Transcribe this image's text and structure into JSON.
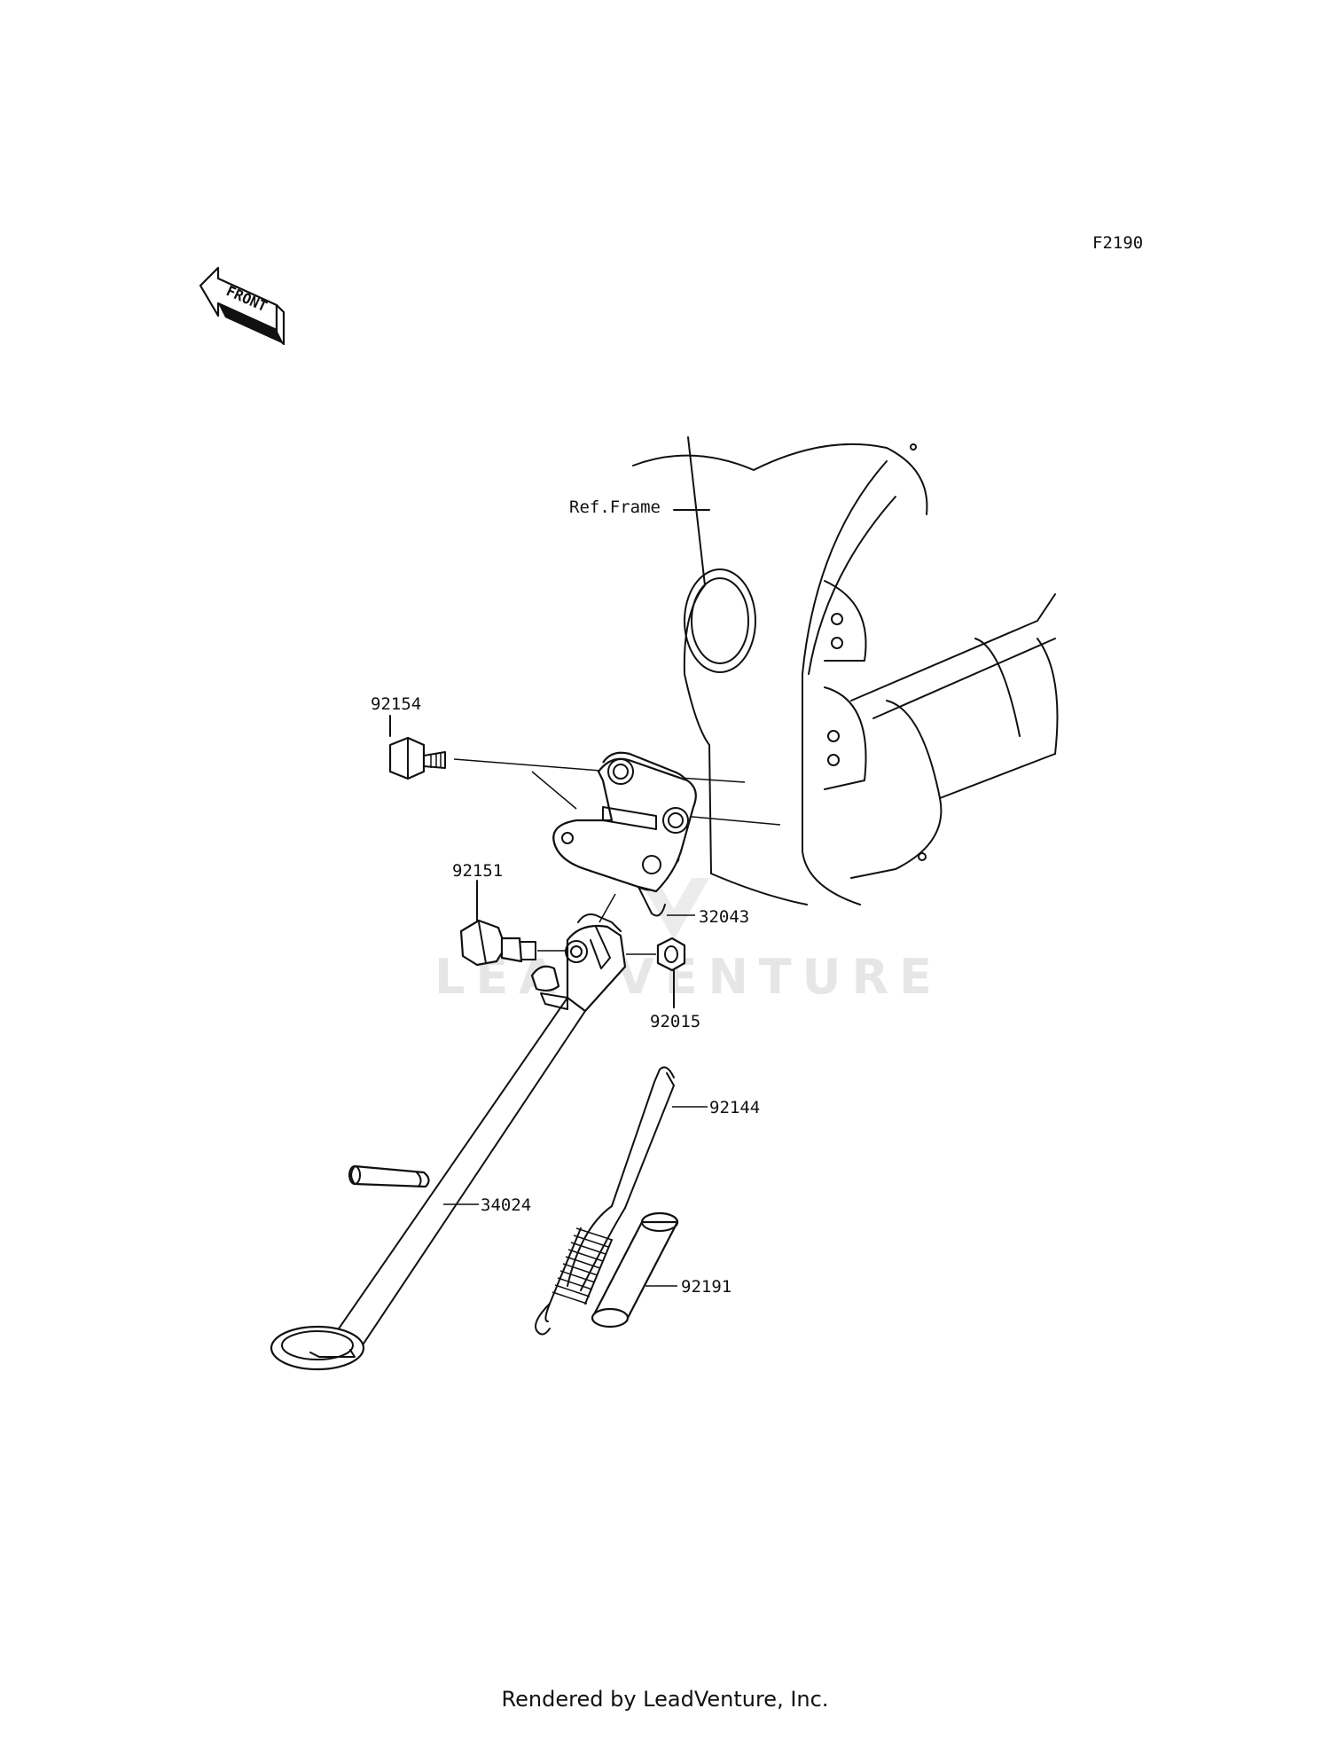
{
  "diagram_code": "F2190",
  "front_label": "FRONT",
  "ref_frame": "Ref.Frame",
  "watermark": "LEADVENTURE",
  "footer": "Rendered by LeadVenture, Inc.",
  "parts": {
    "p92154": "92154",
    "p32043": "32043",
    "p92151": "92151",
    "p92015": "92015",
    "p92144": "92144",
    "p34024": "34024",
    "p92191": "92191"
  }
}
